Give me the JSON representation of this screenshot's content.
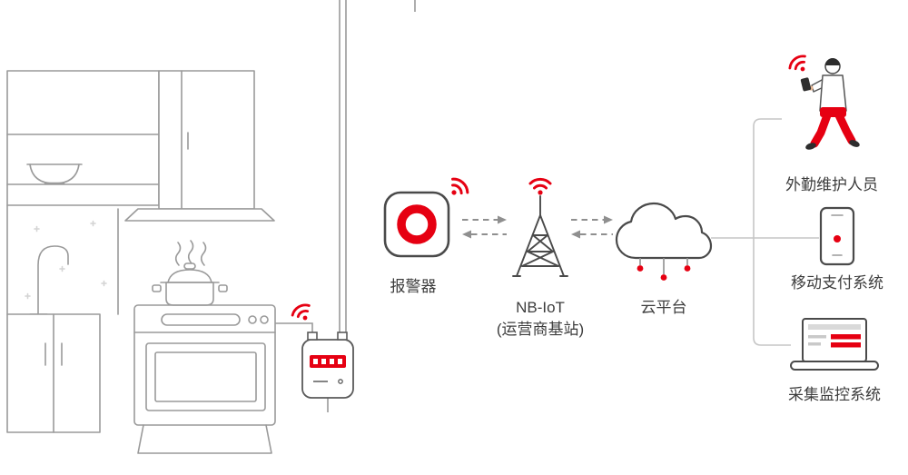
{
  "colors": {
    "accent_red": "#e60012",
    "furniture_line": "#9a9a9a",
    "device_outline": "#4a4a4a",
    "connector_gray": "#c6c6c6",
    "arrow_gray": "#8f8f8f",
    "text": "#3d3d3d"
  },
  "nodes": {
    "alarm": {
      "label": "报警器"
    },
    "nbiot": {
      "label": "NB-IoT",
      "sublabel": "(运营商基站)"
    },
    "cloud": {
      "label": "云平台"
    },
    "field_staff": {
      "label": "外勤维护人员"
    },
    "mobile_payment": {
      "label": "移动支付系统"
    },
    "monitoring": {
      "label": "采集监控系统"
    }
  }
}
